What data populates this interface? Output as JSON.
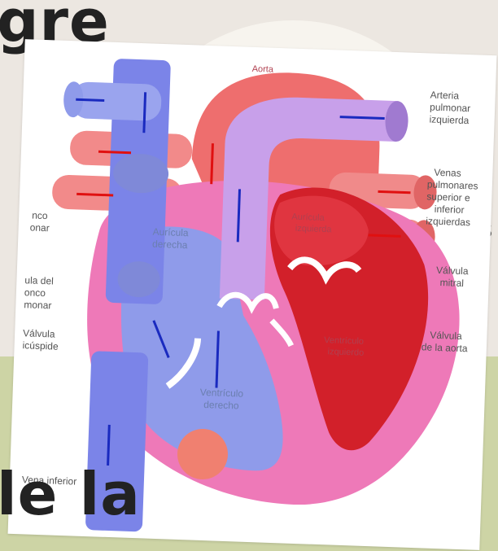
{
  "slide": {
    "title_top": "gre",
    "title_bottom": "le la",
    "side_fragment": "s"
  },
  "diagram": {
    "labels": {
      "aorta": "Aorta",
      "arteria_pulmonar_izquierda": [
        "Arteria",
        "pulmonar",
        "izquierda"
      ],
      "venas_pulmonares": [
        "Venas",
        "pulmonares",
        "superior e",
        "inferior",
        "izquierdas"
      ],
      "valvula_mitral": [
        "Válvula",
        "mitral"
      ],
      "valvula_aorta": [
        "Válvula",
        "de la aorta"
      ],
      "tronco_pulmonar": [
        "nco",
        "onar"
      ],
      "valvula_tronco": [
        "ula del",
        "onco",
        "monar"
      ],
      "valvula_tricuspide": [
        "Válvula",
        "icúspide"
      ],
      "vena_inferior": "Vena inferior",
      "auricula_derecha": [
        "Aurícula",
        "derecha"
      ],
      "auricula_izquierda": [
        "Aurícula",
        "izquierda"
      ],
      "ventriculo_derecho": [
        "Ventrículo",
        "derecho"
      ],
      "ventriculo_izquierdo": [
        "Ventrículo",
        "izquierdo"
      ]
    }
  },
  "colors": {
    "background": "#ece7e1",
    "band": "#cdd4a5",
    "accent_dot": "#f08070",
    "blue_vessel": "#8f9bea",
    "pink_wall": "#ee79b8",
    "red_chamber": "#d2202a"
  }
}
